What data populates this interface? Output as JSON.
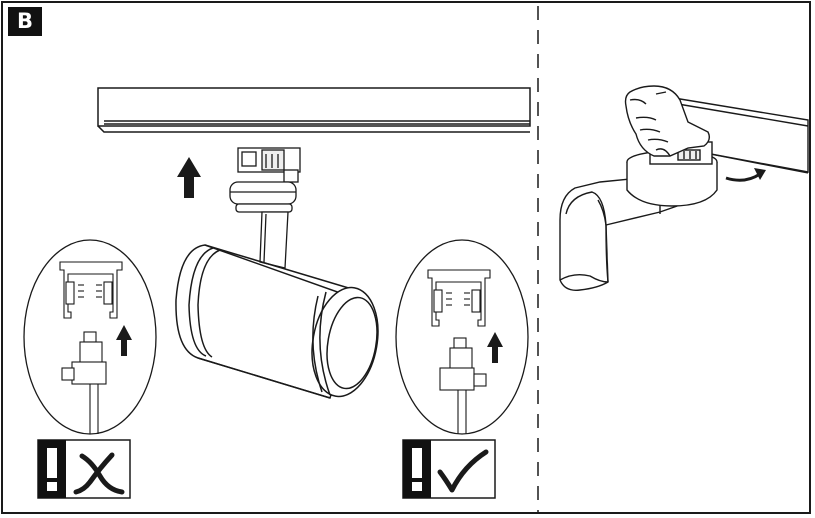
{
  "panel": {
    "label": "B"
  },
  "colors": {
    "ink": "#1a1a1a",
    "badge": "#111111",
    "paper": "#ffffff",
    "fixture_shade": "#d9d9d9"
  },
  "steps": [
    {
      "id": "wrong",
      "symbol": "cross",
      "icon": "exclamation-icon"
    },
    {
      "id": "right",
      "symbol": "check",
      "icon": "exclamation-icon"
    }
  ],
  "arrows": [
    "up-arrow",
    "up-arrow",
    "up-arrow",
    "rotate-arrow"
  ]
}
